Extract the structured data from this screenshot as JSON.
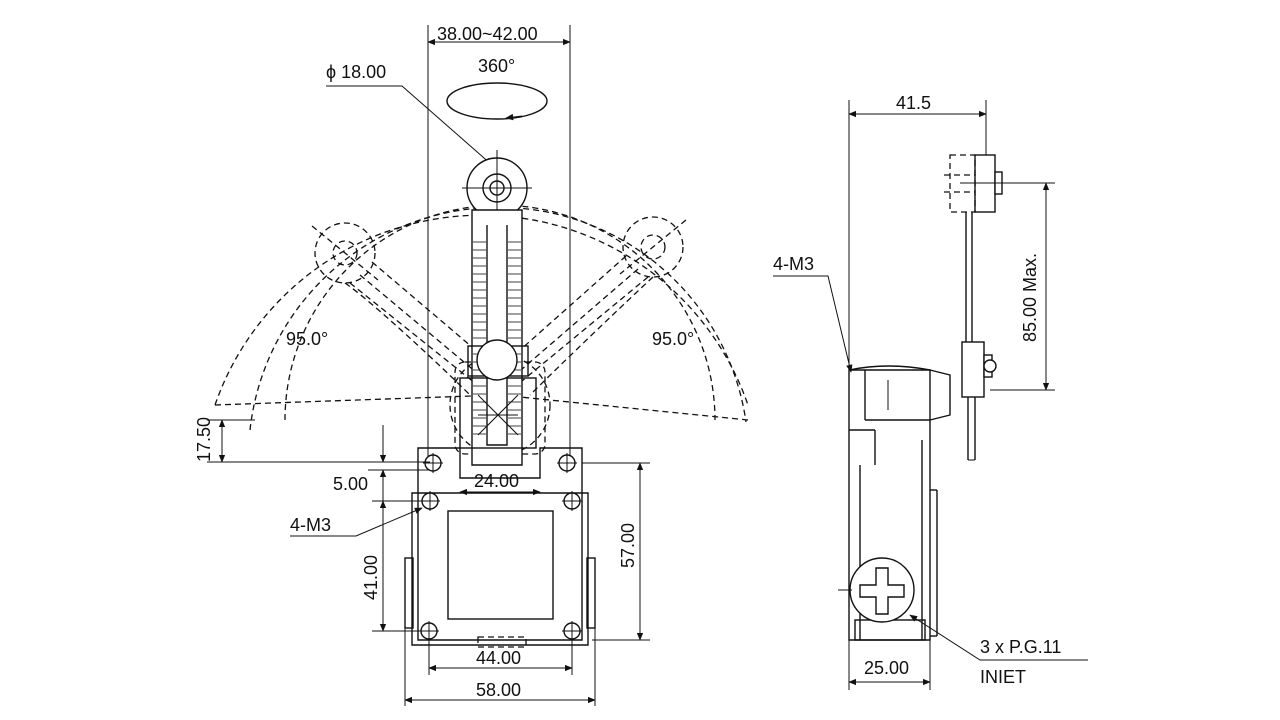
{
  "front_view": {
    "dim_lever_range": "38.00~42.00",
    "dim_roller_dia": "ϕ 18.00",
    "dim_rotation": "360°",
    "dim_angle_left": "95.0°",
    "dim_angle_right": "95.0°",
    "dim_17_50": "17.50",
    "dim_5_00": "5.00",
    "dim_24_00": "24.00",
    "dim_4m3": "4-M3",
    "dim_41_00": "41.00",
    "dim_57_00": "57.00",
    "dim_44_00": "44.00",
    "dim_58_00": "58.00"
  },
  "side_view": {
    "dim_41_5": "41.5",
    "dim_4m3": "4-M3",
    "dim_85_max": "85.00 Max.",
    "dim_25_00": "25.00",
    "conduit_qty": "3 x P.G.11",
    "conduit_label": "INIET"
  }
}
